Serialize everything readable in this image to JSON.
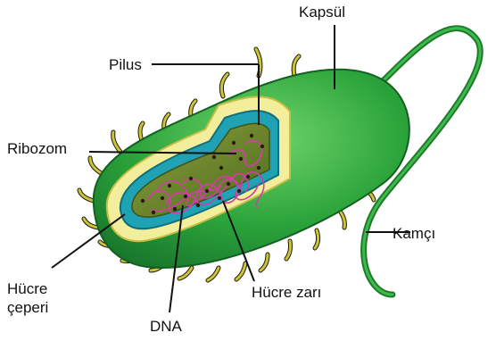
{
  "diagram": {
    "labels": {
      "kapsul": "Kapsül",
      "pilus": "Pilus",
      "ribozom": "Ribozom",
      "kamci": "Kamçı",
      "hucre_ceperi_line1": "Hücre",
      "hucre_ceperi_line2": "çeperi",
      "hucre_zari": "Hücre zarı",
      "dna": "DNA"
    },
    "colors": {
      "capsule_dark": "#1e7f2e",
      "capsule_main": "#2aa33a",
      "capsule_light": "#5cc85a",
      "cell_wall": "#f3ee9c",
      "cell_wall_edge": "#d9cf5a",
      "membrane": "#22a7b8",
      "cytoplasm": "#6e8a2a",
      "dna": "#d23ea8",
      "ribosome": "#2b1b0b",
      "appendage": "#c9c43a"
    }
  }
}
